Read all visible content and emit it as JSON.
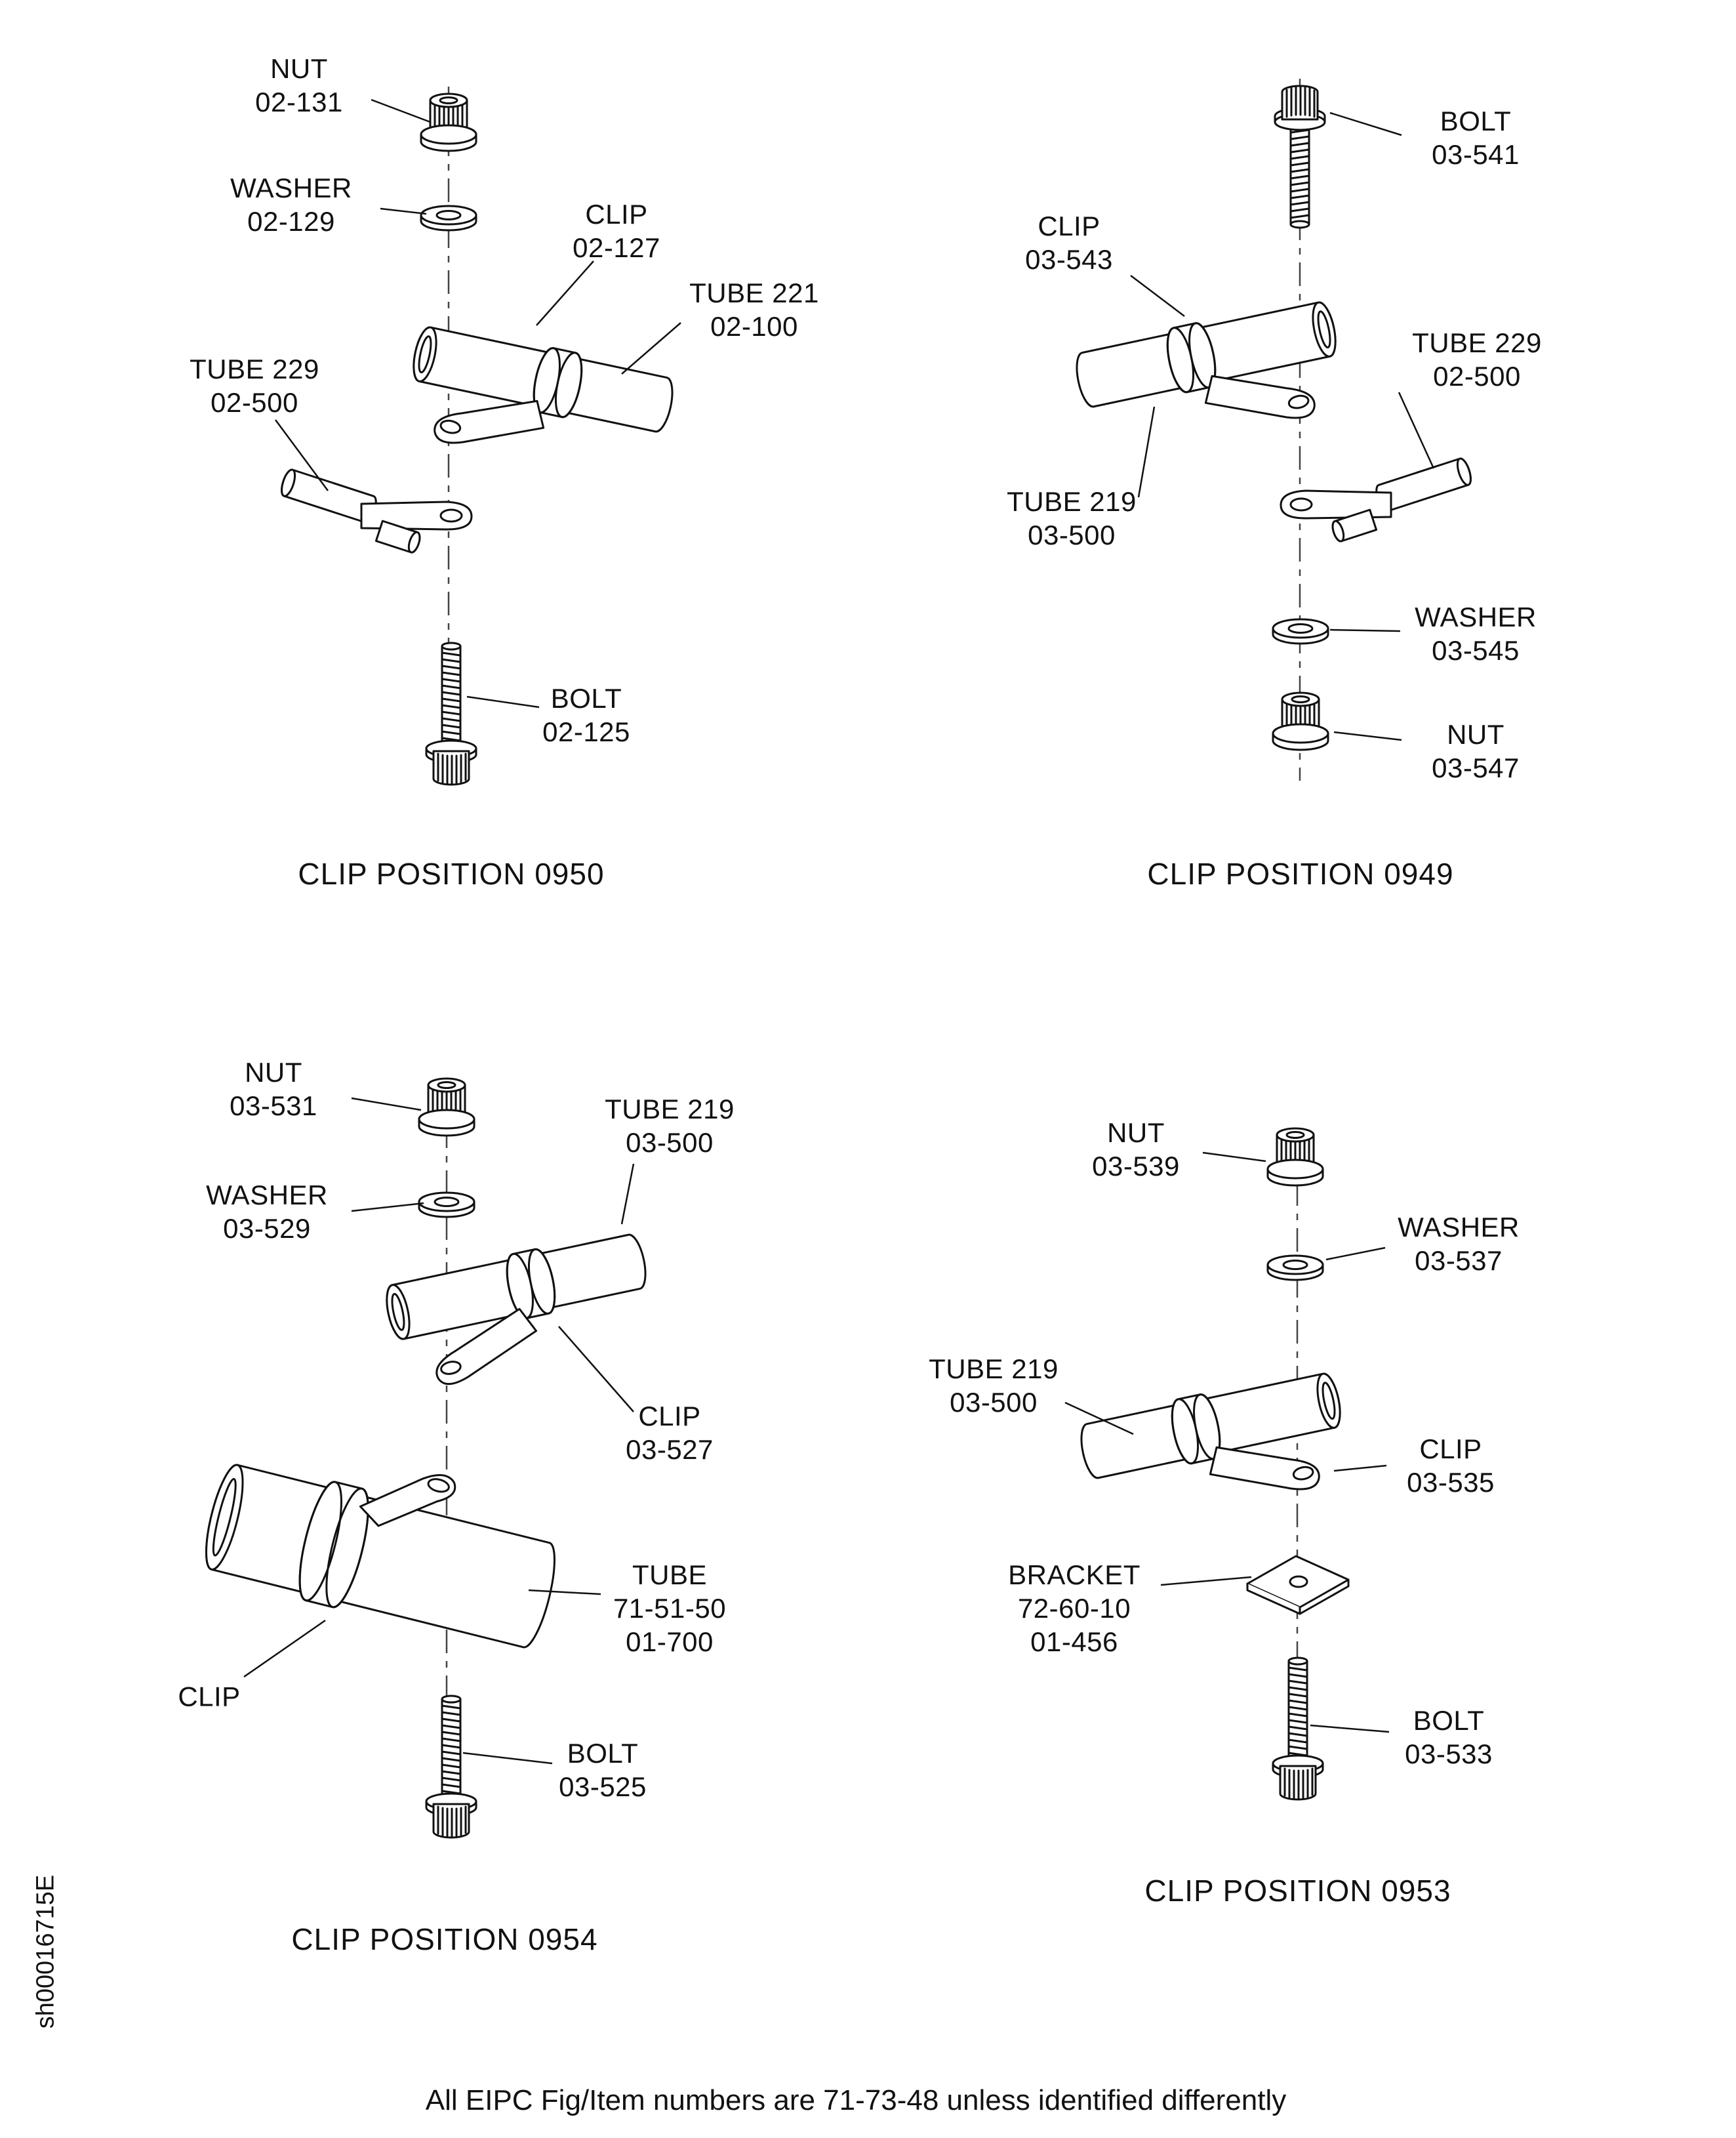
{
  "page": {
    "footer": "All EIPC Fig/Item numbers are 71-73-48 unless identified differently",
    "sheet_code": "sh00016715E"
  },
  "panels": [
    {
      "caption": "CLIP POSITION 0950",
      "labels": [
        "NUT\n02-131",
        "WASHER\n02-129",
        "CLIP\n02-127",
        "TUBE 221\n02-100",
        "TUBE 229\n02-500",
        "BOLT\n02-125"
      ]
    },
    {
      "caption": "CLIP POSITION 0949",
      "labels": [
        "BOLT\n03-541",
        "CLIP\n03-543",
        "TUBE 229\n02-500",
        "TUBE 219\n03-500",
        "WASHER\n03-545",
        "NUT\n03-547"
      ]
    },
    {
      "caption": "CLIP POSITION 0954",
      "labels": [
        "NUT\n03-531",
        "TUBE 219\n03-500",
        "WASHER\n03-529",
        "CLIP\n03-527",
        "TUBE\n71-51-50\n01-700",
        "CLIP",
        "BOLT\n03-525"
      ]
    },
    {
      "caption": "CLIP POSITION 0953",
      "labels": [
        "NUT\n03-539",
        "WASHER\n03-537",
        "TUBE 219\n03-500",
        "CLIP\n03-535",
        "BRACKET\n72-60-10\n01-456",
        "BOLT\n03-533"
      ]
    }
  ]
}
